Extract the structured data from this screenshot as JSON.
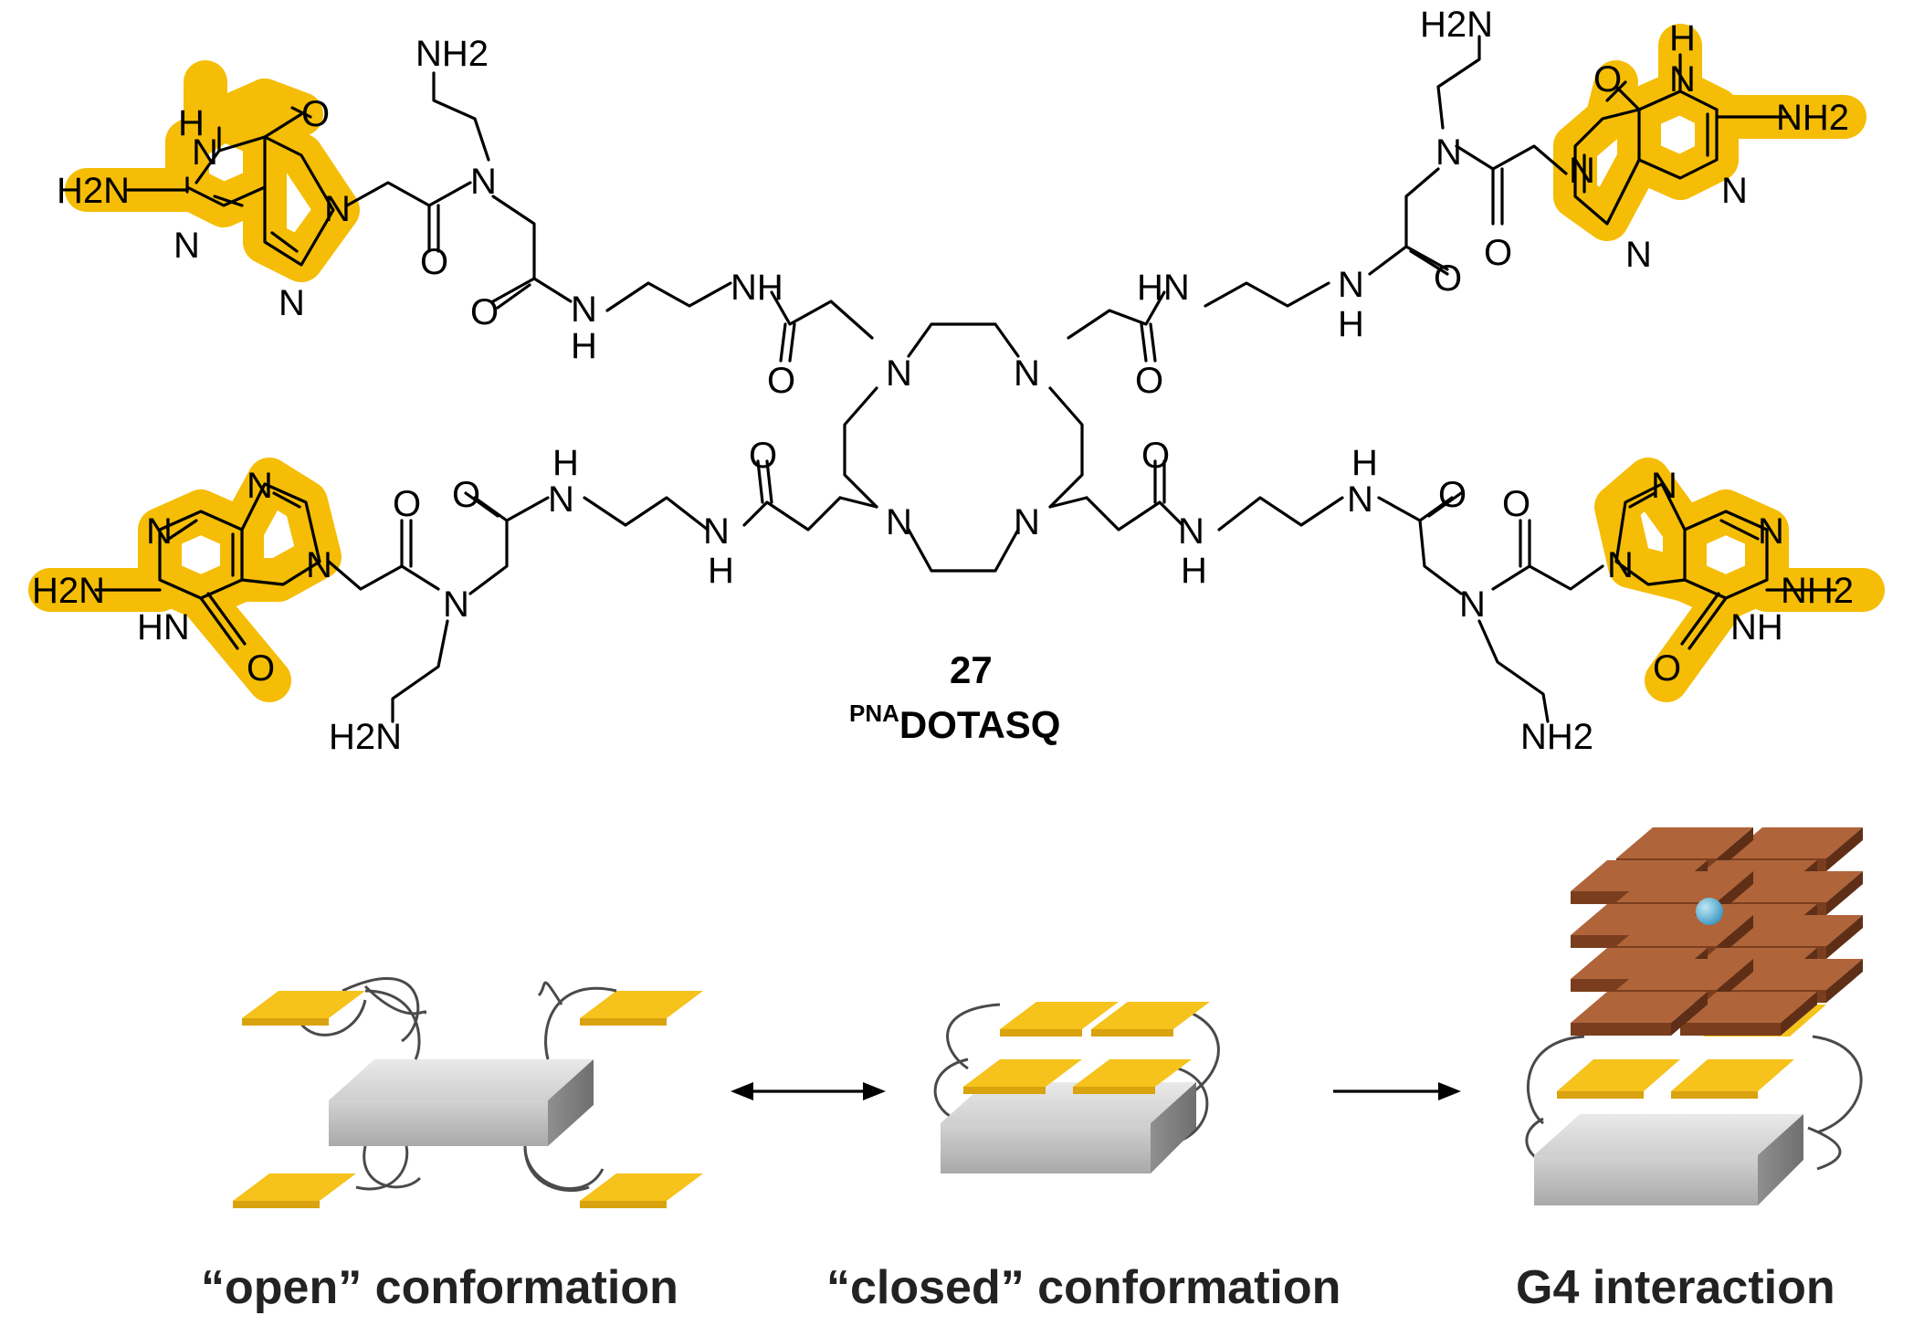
{
  "compound": {
    "number": "27",
    "name_superscript": "PNA",
    "name_main": "DOTASQ"
  },
  "atom_labels": {
    "amine_h2n": "H2N",
    "amine_nh2": "NH2",
    "nitrogen": "N",
    "oxygen": "O",
    "hydrogen": "H",
    "amide_nh": "NH",
    "ring_hn": "HN"
  },
  "captions": {
    "open": "“open” conformation",
    "closed": "“closed” conformation",
    "g4": "G4 interaction"
  },
  "colors": {
    "guanine_highlight": "#f5bd06",
    "plate_yellow": "#f6c21c",
    "platform_grey": "#c8c8c8",
    "quartet_brown": "#b0643a",
    "ion_blue": "#4aa9cf"
  }
}
